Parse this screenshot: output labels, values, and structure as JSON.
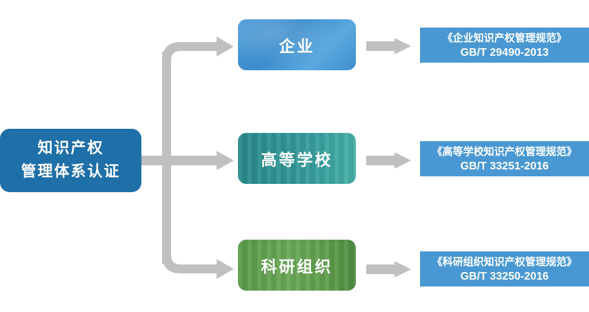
{
  "root": {
    "line1": "知识产权",
    "line2": "管理体系认证",
    "color": "#1f6fa8"
  },
  "connector_color": "#c0c0c0",
  "categories": [
    {
      "label": "企业",
      "color": "#3f8fce"
    },
    {
      "label": "高等学校",
      "color": "#2f9494"
    },
    {
      "label": "科研组织",
      "color": "#62a250"
    }
  ],
  "standards": [
    {
      "title": "《企业知识产权管理规范》",
      "code": "GB/T 29490-2013"
    },
    {
      "title": "《高等学校知识产权管理规范》",
      "code": "GB/T 33251-2016"
    },
    {
      "title": "《科研组织知识产权管理规范》",
      "code": "GB/T 33250-2016"
    }
  ],
  "standard_box_color": "#4a98d3"
}
